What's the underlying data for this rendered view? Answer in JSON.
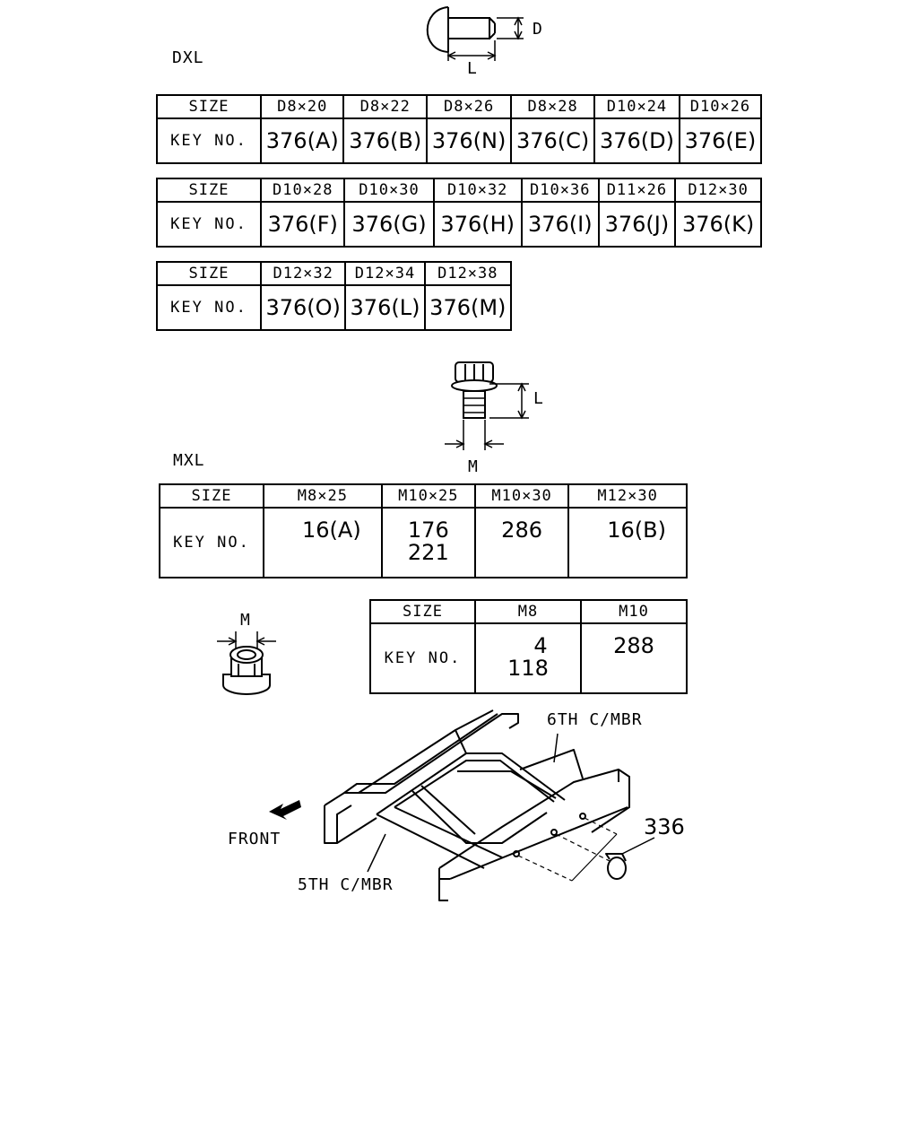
{
  "dxl": {
    "label": "DXL",
    "dim_d": "D",
    "dim_l": "L",
    "row_size_label": "SIZE",
    "row_key_label": "KEY NO.",
    "table1": {
      "sizes": [
        "D8×20",
        "D8×22",
        "D8×26",
        "D8×28",
        "D10×24",
        "D10×26"
      ],
      "keys": [
        "376(A)",
        "376(B)",
        "376(N)",
        "376(C)",
        "376(D)",
        "376(E)"
      ]
    },
    "table2": {
      "sizes": [
        "D10×28",
        "D10×30",
        "D10×32",
        "D10×36",
        "D11×26",
        "D12×30"
      ],
      "keys": [
        "376(F)",
        "376(G)",
        "376(H)",
        "376(I)",
        "376(J)",
        "376(K)"
      ]
    },
    "table3": {
      "sizes": [
        "D12×32",
        "D12×34",
        "D12×38"
      ],
      "keys": [
        "376(O)",
        "376(L)",
        "376(M)"
      ]
    }
  },
  "mxl": {
    "label": "MXL",
    "dim_l": "L",
    "dim_m": "M",
    "row_size_label": "SIZE",
    "row_key_label": "KEY NO.",
    "sizes": [
      "M8×25",
      "M10×25",
      "M10×30",
      "M12×30"
    ],
    "keys": [
      [
        "16(A)"
      ],
      [
        "176",
        "221"
      ],
      [
        "286"
      ],
      [
        "16(B)"
      ]
    ]
  },
  "nut": {
    "dim_m": "M",
    "row_size_label": "SIZE",
    "row_key_label": "KEY NO.",
    "sizes": [
      "M8",
      "M10"
    ],
    "keys": [
      [
        "4",
        "118"
      ],
      [
        "288"
      ]
    ]
  },
  "assembly": {
    "label_6th": "6TH C/MBR",
    "label_5th": "5TH C/MBR",
    "label_front": "FRONT",
    "callout": "336"
  }
}
